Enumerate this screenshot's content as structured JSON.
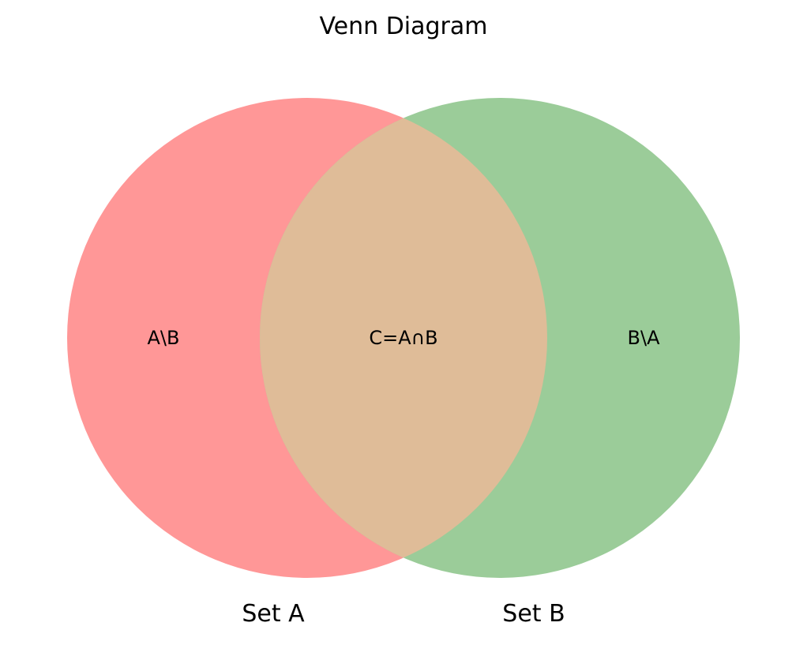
{
  "diagram": {
    "title": "Venn Diagram",
    "sets": [
      {
        "label": "Set A",
        "color": "#ff9797"
      },
      {
        "label": "Set B",
        "color": "#9bcc99"
      }
    ],
    "regions": {
      "a_only": "A\\B",
      "intersection": "C=A∩B",
      "b_only": "B\\A"
    },
    "intersection_color": "#dfbc98"
  }
}
